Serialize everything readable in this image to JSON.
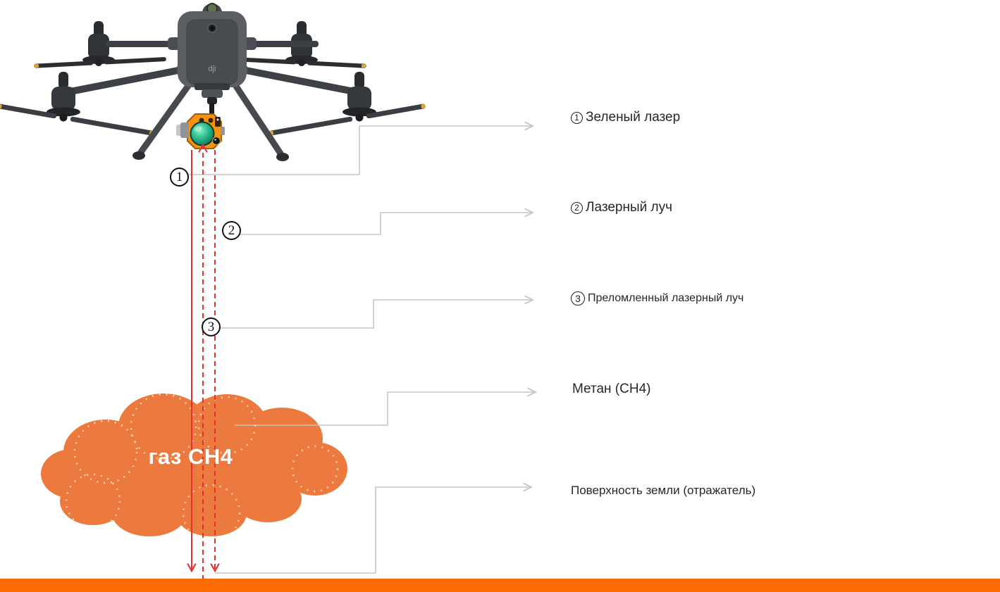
{
  "cloud": {
    "label": "газ CH4"
  },
  "beam_markers": [
    {
      "number": "1"
    },
    {
      "number": "2"
    },
    {
      "number": "3"
    }
  ],
  "legend": [
    {
      "number": "1",
      "text": "Зеленый лазер"
    },
    {
      "number": "2",
      "text": "Лазерный луч"
    },
    {
      "number": "3",
      "text": "Преломленный лазерный луч"
    },
    {
      "number": "",
      "text": "Метан (CH4)"
    },
    {
      "number": "",
      "text": "Поверхность земли (отражатель)"
    }
  ],
  "drone": {
    "logo": "dji"
  },
  "colors": {
    "laser_red": "#e8312e",
    "cloud_orange": "#ec7a3e",
    "ground_orange": "#fc6a04",
    "callout_gray": "#c6c6c6",
    "sensor_orange": "#f5930e",
    "label_text": "#24272c"
  }
}
